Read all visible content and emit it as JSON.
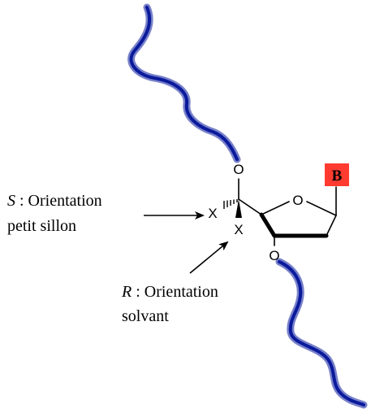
{
  "atoms": {
    "o5": "O",
    "o_ring": "O",
    "o3": "O",
    "x_left": "X",
    "x_down": "X"
  },
  "base": {
    "label": "B",
    "color": "#ff3b30"
  },
  "backbone_color": "#0a1a9c",
  "annotation_s": {
    "letter": "S",
    "line1": " : Orientation",
    "line2": "petit sillon"
  },
  "annotation_r": {
    "letter": "R",
    "line1": " : Orientation",
    "line2": "solvant"
  }
}
